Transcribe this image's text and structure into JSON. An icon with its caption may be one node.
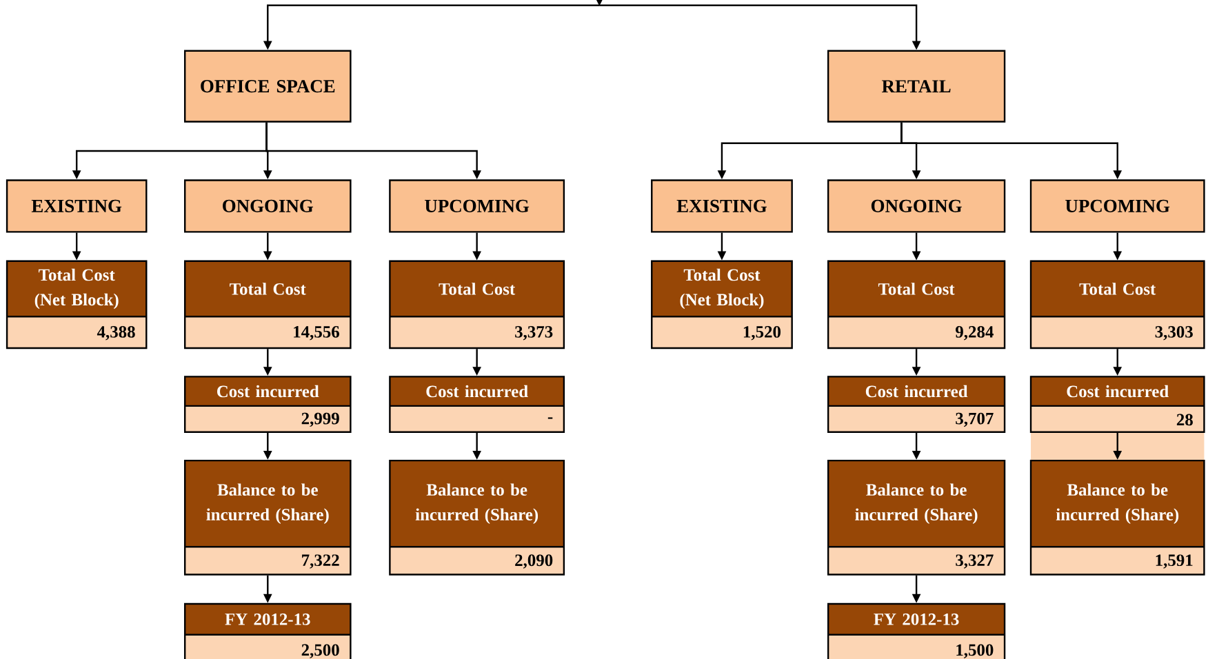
{
  "diagram": {
    "nodes": [
      {
        "text": [
          "OFFICE SPACE"
        ]
      },
      {
        "text": [
          "RETAIL"
        ]
      },
      {
        "text": [
          "EXISTING"
        ]
      },
      {
        "text": [
          "ONGOING"
        ]
      },
      {
        "text": [
          "UPCOMING"
        ]
      },
      {
        "text": [
          "EXISTING"
        ]
      },
      {
        "text": [
          "ONGOING"
        ]
      },
      {
        "text": [
          "UPCOMING"
        ]
      },
      {
        "text": [
          "Total Cost (Net Block)",
          "4,388"
        ]
      },
      {
        "text": [
          "Total Cost",
          "14,556"
        ]
      },
      {
        "text": [
          "Total Cost",
          "3,373"
        ]
      },
      {
        "text": [
          "Total Cost (Net Block)",
          "1,520"
        ]
      },
      {
        "text": [
          "Total Cost",
          "9,284"
        ]
      },
      {
        "text": [
          "Total Cost",
          "3,303"
        ]
      },
      {
        "text": [
          "Cost incurred",
          "2,999"
        ]
      },
      {
        "text": [
          "Cost incurred",
          "-"
        ]
      },
      {
        "text": [
          "Cost incurred",
          "3,707"
        ]
      },
      {
        "text": [
          "Cost incurred",
          "28"
        ]
      },
      {
        "text": [
          "Balance to be incurred (Share)",
          "7,322"
        ]
      },
      {
        "text": [
          "Balance to be incurred (Share)",
          "2,090"
        ]
      },
      {
        "text": [
          "Balance to be incurred (Share)",
          "3,327"
        ]
      },
      {
        "text": [
          "Balance to be incurred (Share)",
          "1,591"
        ]
      },
      {
        "text": [
          "FY 2012-13",
          "2,500"
        ]
      },
      {
        "text": [
          "FY 2012-13",
          "1,500"
        ]
      }
    ],
    "edges": [
      {
        "from": null,
        "to": 0,
        "arrow": "to"
      },
      {
        "from": null,
        "to": 1,
        "arrow": "to"
      },
      {
        "from": 0,
        "to": 2,
        "arrow": "to"
      },
      {
        "from": 0,
        "to": 3,
        "arrow": "to"
      },
      {
        "from": 0,
        "to": 4,
        "arrow": "to"
      },
      {
        "from": 1,
        "to": 5,
        "arrow": "to"
      },
      {
        "from": 1,
        "to": 6,
        "arrow": "to"
      },
      {
        "from": 1,
        "to": 7,
        "arrow": "to"
      },
      {
        "from": 2,
        "to": 8,
        "arrow": "to"
      },
      {
        "from": 3,
        "to": 9,
        "arrow": "to"
      },
      {
        "from": 4,
        "to": 10,
        "arrow": "to"
      },
      {
        "from": 5,
        "to": 11,
        "arrow": "to"
      },
      {
        "from": 6,
        "to": 12,
        "arrow": "to"
      },
      {
        "from": 7,
        "to": 13,
        "arrow": "to"
      },
      {
        "from": 9,
        "to": 14,
        "arrow": "to"
      },
      {
        "from": 10,
        "to": 15,
        "arrow": "to"
      },
      {
        "from": 12,
        "to": 16,
        "arrow": "to"
      },
      {
        "from": 13,
        "to": 17,
        "arrow": "to"
      },
      {
        "from": 14,
        "to": 18,
        "arrow": "to"
      },
      {
        "from": 15,
        "to": 19,
        "arrow": "to"
      },
      {
        "from": 16,
        "to": 20,
        "arrow": "to"
      },
      {
        "from": 17,
        "to": 21,
        "arrow": "to"
      },
      {
        "from": 18,
        "to": 22,
        "arrow": "to"
      },
      {
        "from": 20,
        "to": 23,
        "arrow": "to"
      }
    ]
  }
}
